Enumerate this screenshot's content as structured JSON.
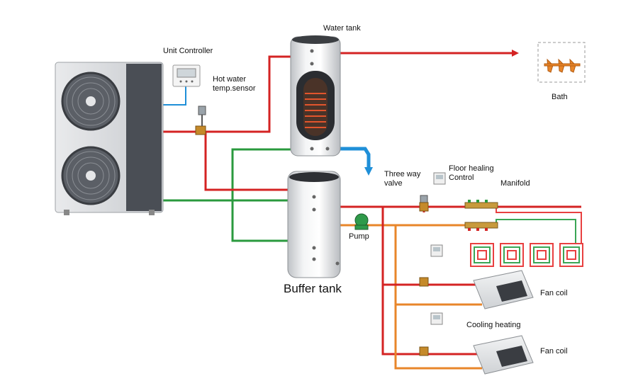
{
  "labels": {
    "unit_controller": "Unit Controller",
    "water_tank": "Water tank",
    "hot_water_sensor": "Hot water\ntemp.sensor",
    "bath": "Bath",
    "three_way_valve": "Three way\nvalve",
    "floor_heating_control": "Floor healing\nControl",
    "manifold": "Manifold",
    "pump": "Pump",
    "buffer_tank": "Buffer tank",
    "fan_coil_1": "Fan coil",
    "cooling_heating": "Cooling heating",
    "fan_coil_2": "Fan coil"
  },
  "colors": {
    "hot_pipe": "#d42323",
    "return_pipe": "#2a9a3e",
    "cold_pipe": "#1f8fd8",
    "orange_pipe": "#e8862a",
    "floor_loop_red": "#e84040",
    "floor_loop_green": "#3aa655"
  }
}
